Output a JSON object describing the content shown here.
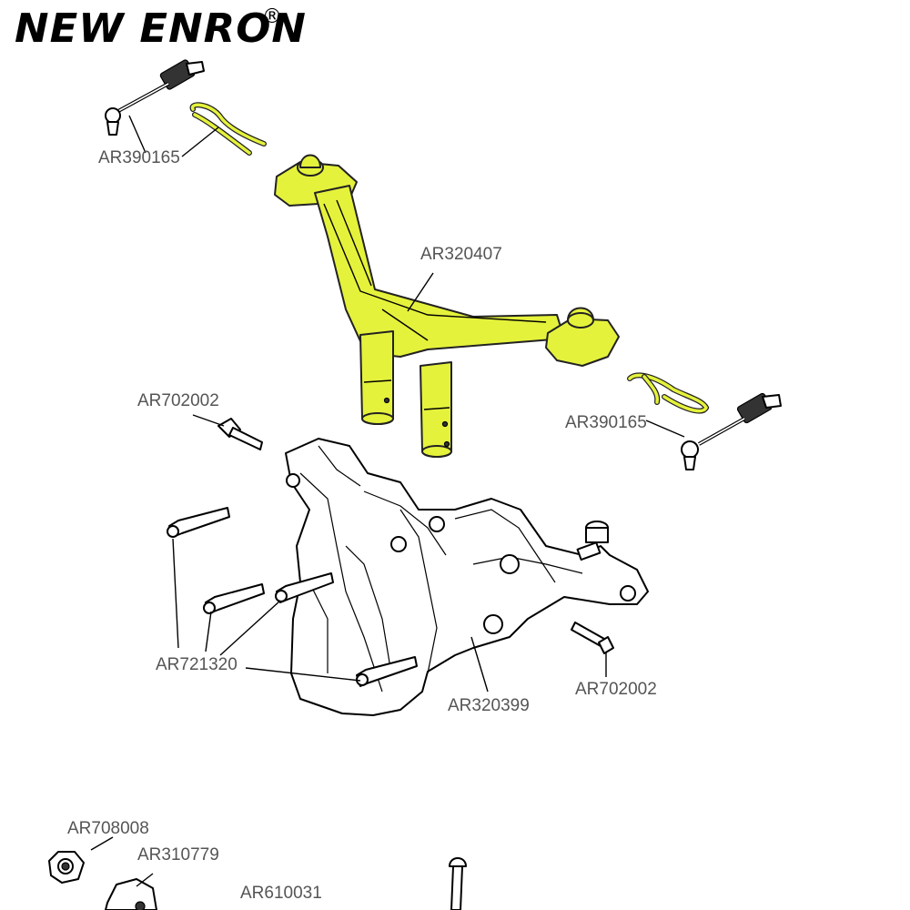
{
  "brand": {
    "name": "NEW ENRON",
    "mark": "®"
  },
  "parts": {
    "servo_link_top": "AR390165",
    "body_post_mount": "AR320407",
    "servo_link_right": "AR390165",
    "screw_top": "AR702002",
    "shock_tower": "AR320399",
    "screw_right": "AR702002",
    "bolts": "AR721320",
    "flange_nut": "AR708008",
    "hex_hub": "AR310779",
    "bottom_screw": "AR610031"
  },
  "colors": {
    "highlight": "#e5f23c",
    "label": "#555555",
    "outline": "#000000"
  }
}
